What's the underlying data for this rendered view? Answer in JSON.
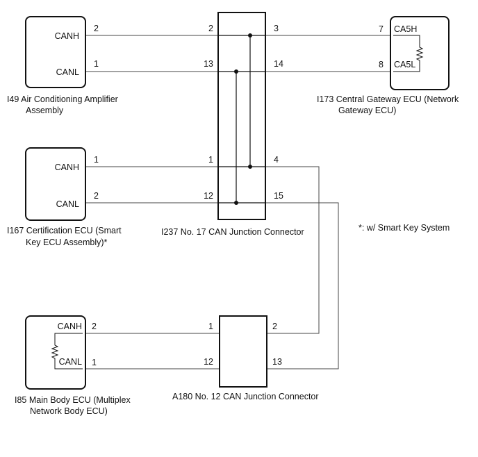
{
  "ecus": {
    "i49": {
      "canh": "CANH",
      "canl": "CANL",
      "canh_pin": "2",
      "canl_pin": "1",
      "title_line1": "I49  Air Conditioning Amplifier",
      "title_line2": "Assembly"
    },
    "i167": {
      "canh": "CANH",
      "canl": "CANL",
      "canh_pin": "1",
      "canl_pin": "2",
      "title_line1": "I167  Certification ECU (Smart",
      "title_line2": "Key ECU Assembly)*"
    },
    "i85": {
      "canh": "CANH",
      "canl": "CANL",
      "canh_pin": "2",
      "canl_pin": "1",
      "title_line1": "I85  Main Body ECU (Multiplex",
      "title_line2": "Network Body ECU)"
    },
    "i173": {
      "canh": "CA5H",
      "canl": "CA5L",
      "canh_pin": "7",
      "canl_pin": "8",
      "title_line1": "I173  Central Gateway ECU (Network",
      "title_line2": "Gateway ECU)"
    }
  },
  "junctions": {
    "i237": {
      "title": "I237  No. 17 CAN Junction Connector",
      "left_pins": [
        "2",
        "13",
        "1",
        "12"
      ],
      "right_pins": [
        "3",
        "14",
        "4",
        "15"
      ]
    },
    "a180": {
      "title": "A180  No. 12 CAN Junction Connector",
      "left_pins": [
        "1",
        "12"
      ],
      "right_pins": [
        "2",
        "13"
      ]
    }
  },
  "note": "*: w/ Smart Key System"
}
